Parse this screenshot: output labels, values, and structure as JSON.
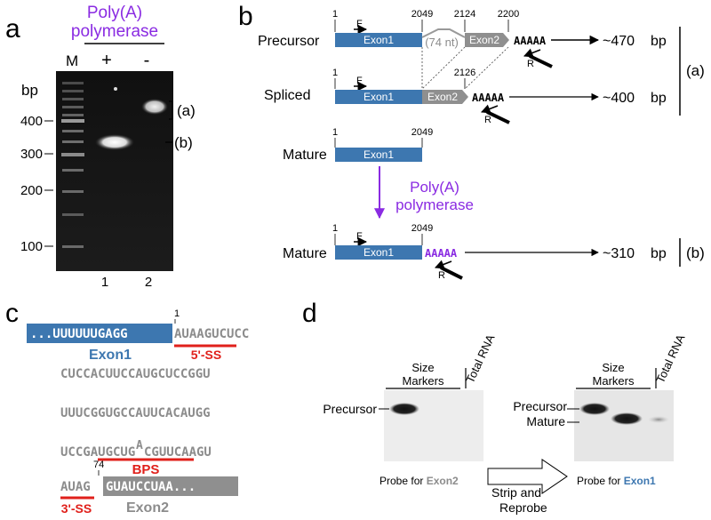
{
  "panel_a": {
    "letter": "a",
    "enzyme_line1": "Poly(A)",
    "enzyme_line2": "polymerase",
    "lane_marker": "M",
    "lane_plus": "+",
    "lane_minus": "-",
    "unit": "bp",
    "ladder_ticks": [
      "400",
      "300",
      "200",
      "100"
    ],
    "band_a": "(a)",
    "band_b": "(b)",
    "lane_numbers": [
      "1",
      "2"
    ]
  },
  "panel_b": {
    "letter": "b",
    "rows": {
      "precursor": {
        "label": "Precursor",
        "exon1": "Exon1",
        "intron": "(74 nt)",
        "exon2": "Exon2",
        "tail": "AAAAA",
        "size": "~470",
        "unit": "bp",
        "pos_start": "1",
        "pos_exon1_end": "2049",
        "pos_exon2_start": "2124",
        "pos_exon2_end": "2200"
      },
      "spliced": {
        "label": "Spliced",
        "exon1": "Exon1",
        "exon2": "Exon2",
        "tail": "AAAAA",
        "size": "~400",
        "unit": "bp",
        "pos_start": "1",
        "pos_end": "2126"
      },
      "mature": {
        "label": "Mature",
        "exon1": "Exon1",
        "pos_start": "1",
        "pos_end": "2049"
      },
      "mature_polya": {
        "label": "Mature",
        "exon1": "Exon1",
        "tail": "AAAAA",
        "size": "~310",
        "unit": "bp",
        "pos_start": "1",
        "pos_end": "2049"
      }
    },
    "primer_f": "F",
    "primer_r": "R",
    "enzyme_line1": "Poly(A)",
    "enzyme_line2": "polymerase",
    "group_a": "(a)",
    "group_b": "(b)"
  },
  "panel_c": {
    "letter": "c",
    "exon1_seq": "...UUUUUUGAGG",
    "pos_1": "1",
    "line1_rest": "AUAAGUCUCC",
    "line2": "CUCCACUUCCAUGCUCCGGU",
    "line3": "UUUCGGUGCCAUUCACAUGG",
    "line4_a": "UCCGAUGCUG",
    "line4_bulge": "A",
    "line4_b": "CGUUCAAGU",
    "pos_74": "74",
    "line5_intron": "AUAG",
    "exon2_seq": "GUAUCCUAA...",
    "label_exon1": "Exon1",
    "label_5ss": "5'-SS",
    "label_bps": "BPS",
    "label_3ss": "3'-SS",
    "label_exon2": "Exon2"
  },
  "panel_d": {
    "letter": "d",
    "left": {
      "size_markers_1": "Size",
      "size_markers_2": "Markers",
      "total_rna": "Total RNA",
      "band": "Precursor",
      "probe_prefix": "Probe for ",
      "probe_target": "Exon2"
    },
    "arrow_1": "Strip and",
    "arrow_2": "Reprobe",
    "right": {
      "size_markers_1": "Size",
      "size_markers_2": "Markers",
      "total_rna": "Total RNA",
      "band_1": "Precursor",
      "band_2": "Mature",
      "probe_prefix": "Probe for ",
      "probe_target": "Exon1"
    }
  },
  "colors": {
    "exon1": "#3d77b0",
    "exon2": "#8f8f8f",
    "purple": "#8a2be2",
    "red": "#e0201b",
    "gray_text": "#8c8c8c"
  }
}
